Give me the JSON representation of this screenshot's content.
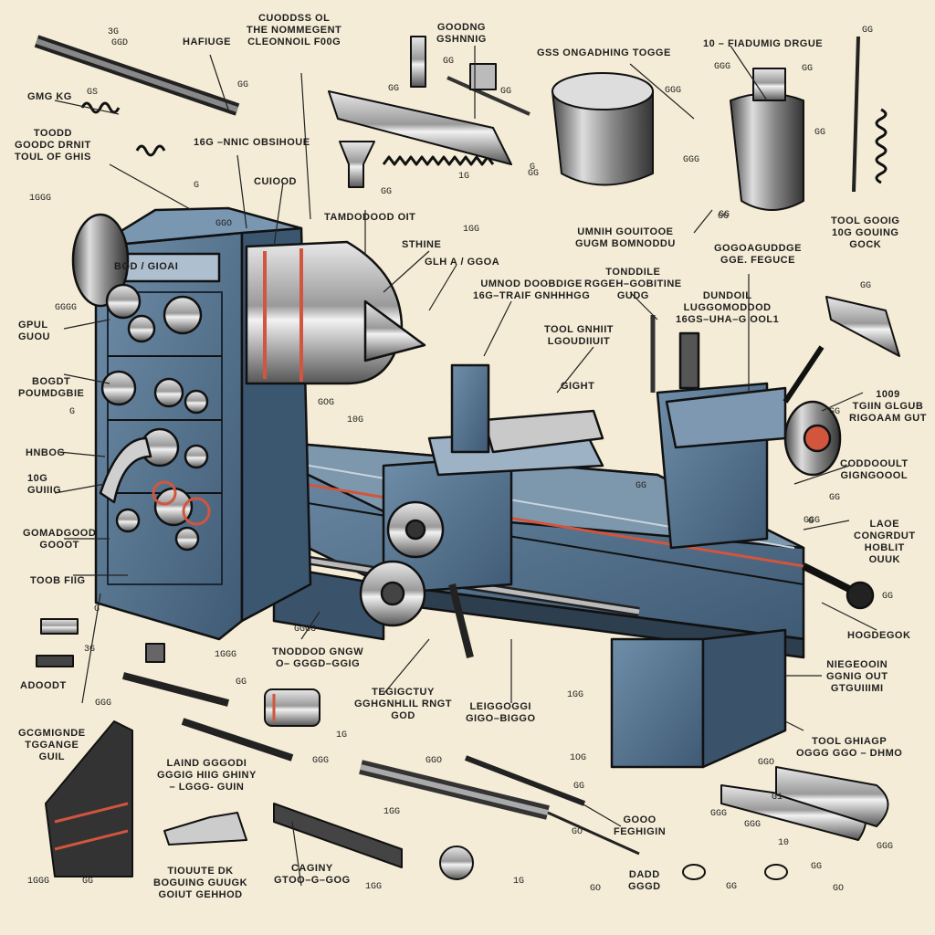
{
  "colors": {
    "paper": "#f4ecd6",
    "machine_blue": "#5b7a96",
    "ink": "#1e1e1e",
    "accent_red": "#d2553e",
    "steel": "#b7b7b7"
  },
  "panel_plate": "BOD / GIOAI",
  "labels": [
    "CUODDSS OL\nTHE NOMMEGENT\nCLEONNOIL F00G",
    "HAFIUGE",
    "GOODNG\nGSHNNIG",
    "GSS ONGADHING TOGGE",
    "10 – FIADUMIG DRGUE",
    "GMG KG",
    "TOODD\nGOODC DRNIT\nTOUL OF GHIS",
    "16G –NNIC OBSIHOUE",
    "CUIOOD",
    "TAMDODOOD OIT",
    "STHINE",
    "GLH A / GGOA",
    "UMNOD DOOBDIGE\n16G–TRAIF GNHHHGG",
    "TONDDILE\nRGGEH–GOBITINE\nGUDG",
    "UMNIH GOUITOOE\nGUGM BOMNODDU",
    "GOGOAGUDDGE\nGGE. FEGUCE",
    "DUNDOIL\nLUGGOMODDOD\n16GS–UHA–G OOL1",
    "TOOL GOOIG\n10G GOUING\nGOCK",
    "GPUL\nGUOU",
    "TOOL GNHIIT\nLGOUDIIUIT",
    "GIGHT",
    "BOGDT\nPOUMDGBIE",
    "HNBOG",
    "10G\nGUIIIG",
    "GOMADGOOD\nGOOOT",
    "TOOB FIIG",
    "1009\nTGIIN GLGUB\nRIGOAAM GUT",
    "CODDOOULT\nGIGNGOOOL",
    "LAOE\nCONGRDUT\nHOBLIT\nOUUK",
    "HOGDEGOK",
    "ADOODT",
    "TNODDOD GNGW\nO– GGGD–GGIG",
    "TEGIGCTUY\nGGHGNHLIL RNGT\nGOD",
    "LEIGGOGGI\nGIGO–BIGGO",
    "NIEGEOOIN\nGGNIG OUT\nGTGUIIIMI",
    "GCGMIGNDE\nTGGANGE\nGUIL",
    "TOOL GHIAGP\nOGGG GGO – DHMO",
    "LAIND GGGODI\nGGGIG HIIG GHINY\n– LGGG- GUIN",
    "GOOO\nFEGHIGIN",
    "TIOUUTE DK\nBOGUING GUUGK\nGOIUT GEHHOD",
    "CAGINY\nGTOO–G–GOG",
    "DADD\nGGGD"
  ],
  "part_numbers": [
    "3G",
    "GGD",
    "GS",
    "GG",
    "GG",
    "GG",
    "GG",
    "GGG",
    "GGG",
    "GG",
    "GG",
    "G",
    "GG",
    "1G",
    "1GG",
    "1GGG",
    "G",
    "GGGG",
    "GG",
    "GG",
    "GG",
    "G",
    "10G",
    "GOG",
    "GGG",
    "GG",
    "GG",
    "GG",
    "G",
    "G",
    "3G",
    "1GGG",
    "GG",
    "GGG",
    "GGGG",
    "1G",
    "GGG",
    "GGO",
    "1GG",
    "GG",
    "GG",
    "GGG",
    "GG",
    "1OG",
    "GG",
    "1GG",
    "GO",
    "1G",
    "GO",
    "GGO",
    "GGG",
    "GGG",
    "10",
    "GG",
    "GGG",
    "1GG",
    "GG",
    "GO",
    "1GGG",
    "GG",
    "G1",
    "GGO"
  ]
}
